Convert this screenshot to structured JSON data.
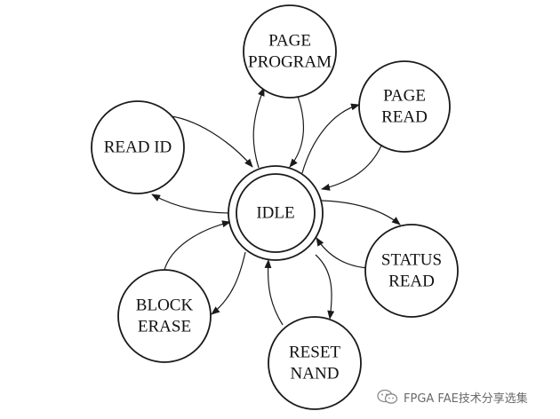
{
  "diagram": {
    "center": {
      "id": "idle",
      "lines": [
        "IDLE"
      ]
    },
    "states": [
      {
        "id": "page-program",
        "lines": [
          "PAGE",
          "PROGRAM"
        ]
      },
      {
        "id": "page-read",
        "lines": [
          "PAGE",
          "READ"
        ]
      },
      {
        "id": "read-id",
        "lines": [
          "READ ID"
        ]
      },
      {
        "id": "status-read",
        "lines": [
          "STATUS",
          "READ"
        ]
      },
      {
        "id": "block-erase",
        "lines": [
          "BLOCK",
          "ERASE"
        ]
      },
      {
        "id": "reset-nand",
        "lines": [
          "RESET",
          "NAND"
        ]
      }
    ],
    "transitions": [
      {
        "from": "idle",
        "to": "page-program"
      },
      {
        "from": "page-program",
        "to": "idle"
      },
      {
        "from": "idle",
        "to": "page-read"
      },
      {
        "from": "page-read",
        "to": "idle"
      },
      {
        "from": "idle",
        "to": "read-id"
      },
      {
        "from": "read-id",
        "to": "idle"
      },
      {
        "from": "idle",
        "to": "status-read"
      },
      {
        "from": "status-read",
        "to": "idle"
      },
      {
        "from": "idle",
        "to": "block-erase"
      },
      {
        "from": "block-erase",
        "to": "idle"
      },
      {
        "from": "idle",
        "to": "reset-nand"
      },
      {
        "from": "reset-nand",
        "to": "idle"
      }
    ],
    "stroke_color": "#1a1a1a"
  },
  "watermark": {
    "text": "FPGA FAE技术分享选集",
    "icon": "wechat-icon"
  }
}
